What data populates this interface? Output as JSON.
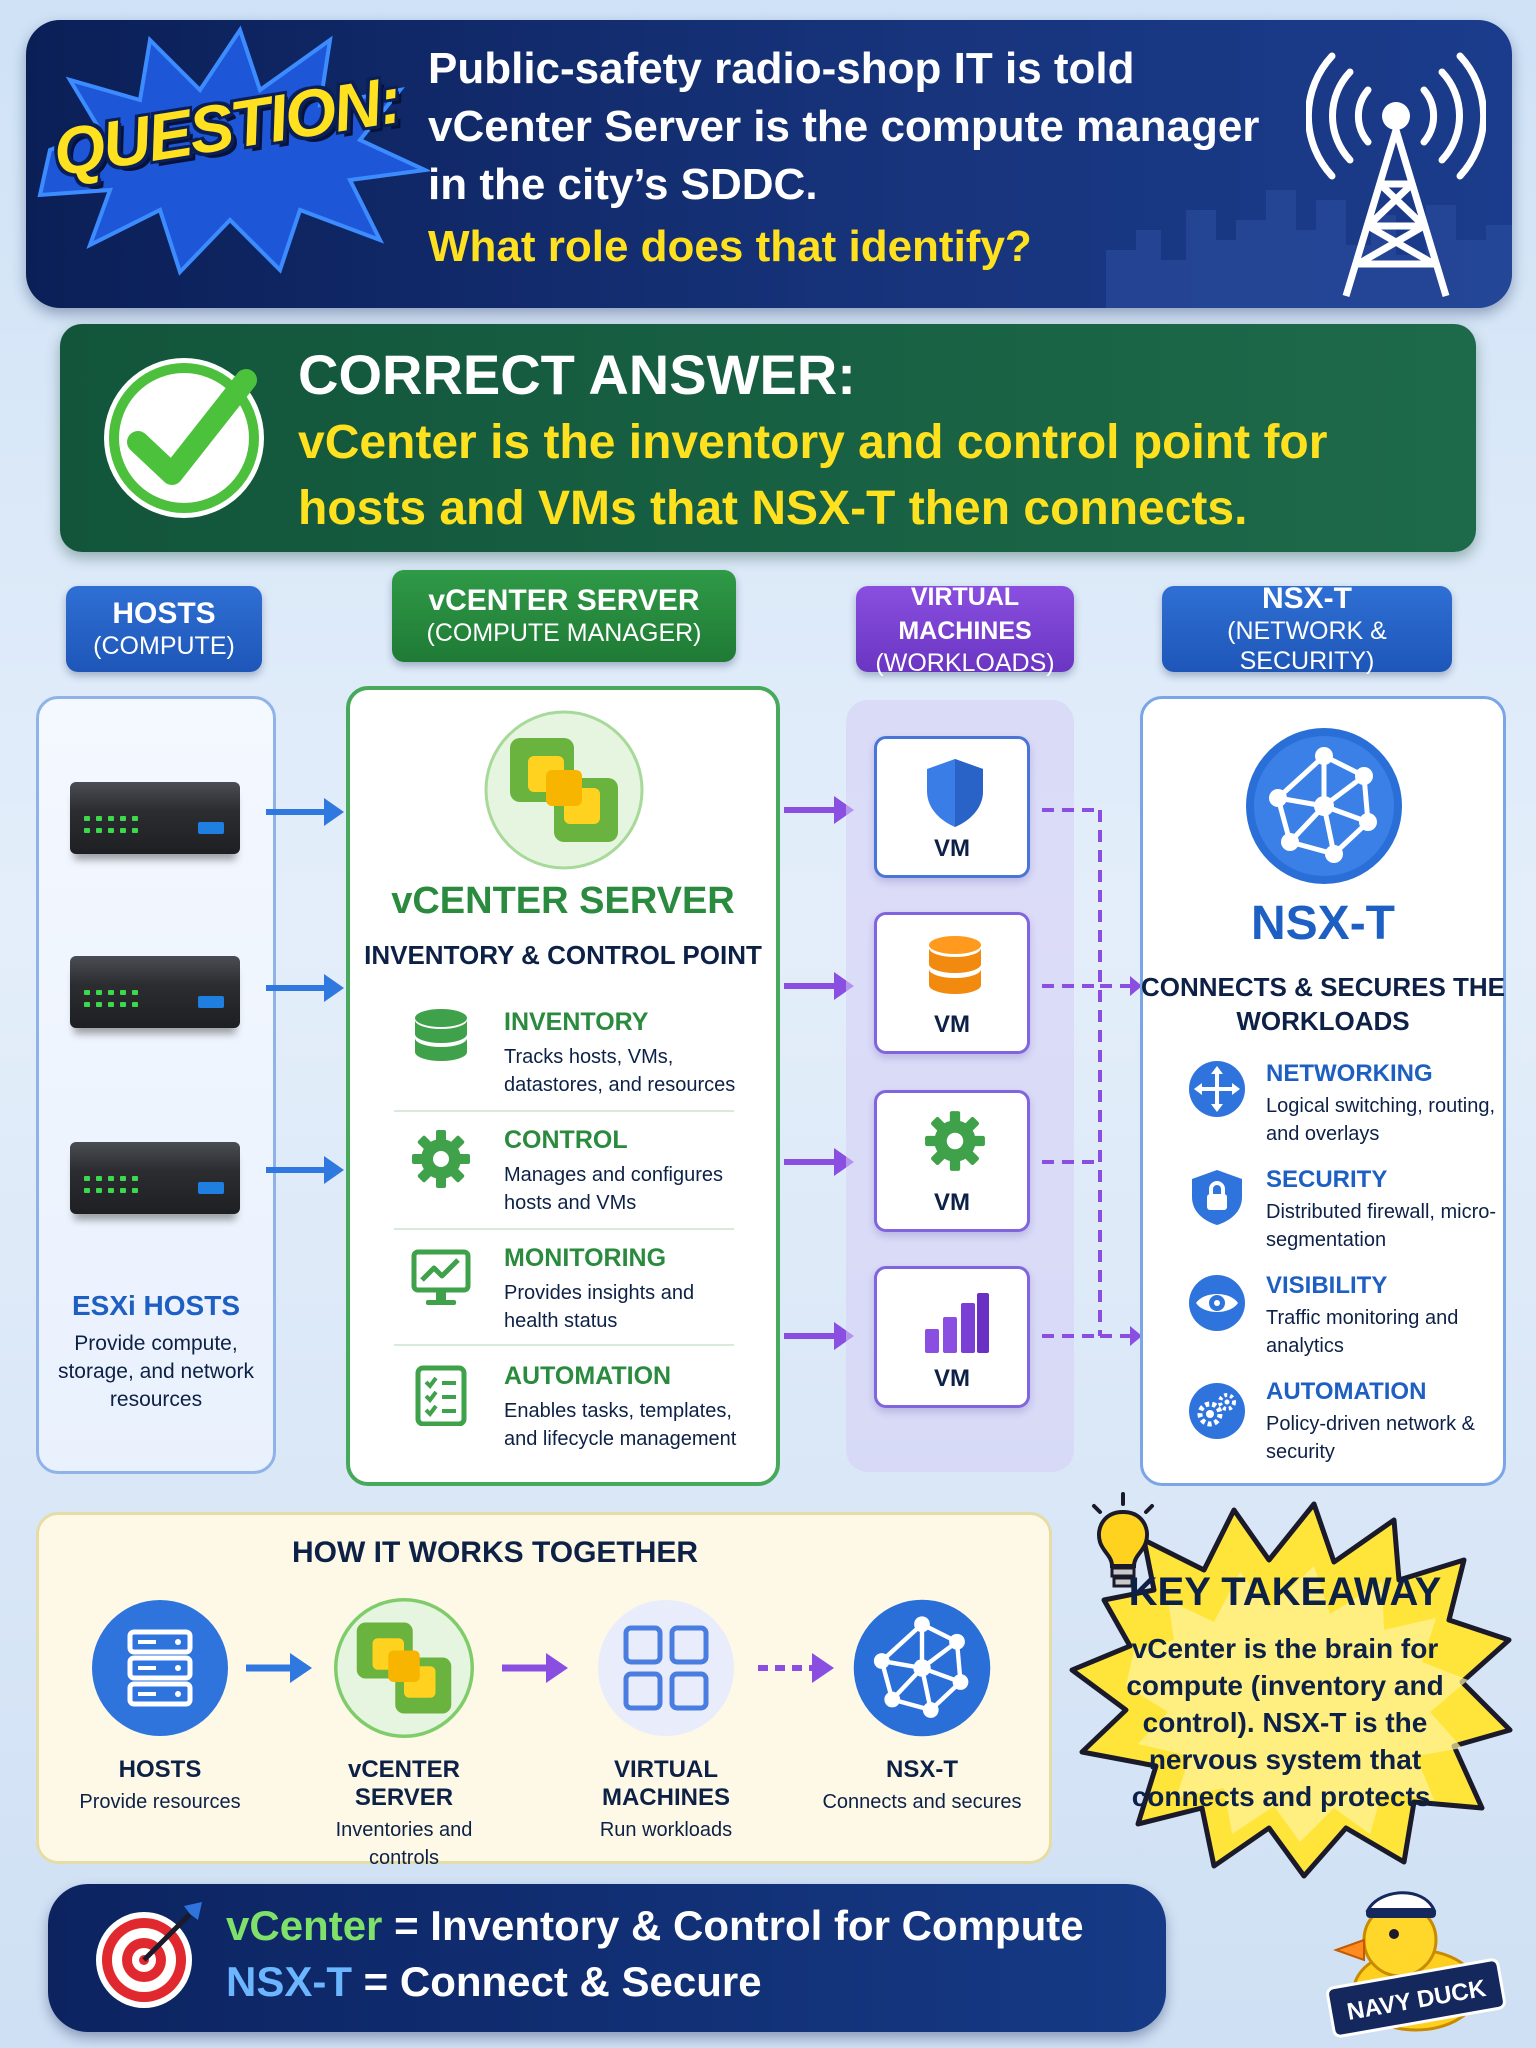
{
  "question": {
    "label": "QUESTION:",
    "text": "Public-safety radio-shop IT is told vCenter Server is the compute manager in the city’s SDDC.",
    "ask": "What role does that identify?"
  },
  "answer": {
    "label": "CORRECT ANSWER:",
    "text": "vCenter is the inventory and control point for hosts and VMs that NSX-T then connects."
  },
  "columns": {
    "hosts": {
      "title": "HOSTS",
      "subtitle": "(COMPUTE)"
    },
    "vcenter": {
      "title": "vCENTER SERVER",
      "subtitle": "(COMPUTE MANAGER)"
    },
    "vms": {
      "title": "VIRTUAL MACHINES",
      "subtitle": "(WORKLOADS)"
    },
    "nsxt": {
      "title": "NSX-T",
      "subtitle": "(NETWORK & SECURITY)"
    }
  },
  "hosts_panel": {
    "title": "ESXi HOSTS",
    "description": "Provide compute, storage, and network resources"
  },
  "vcenter_panel": {
    "title": "vCENTER SERVER",
    "subtitle": "INVENTORY & CONTROL POINT",
    "features": [
      {
        "title": "INVENTORY",
        "desc": "Tracks hosts, VMs, datastores, and resources",
        "icon": "database-icon"
      },
      {
        "title": "CONTROL",
        "desc": "Manages and configures hosts and VMs",
        "icon": "gear-icon"
      },
      {
        "title": "MONITORING",
        "desc": "Provides insights and health status",
        "icon": "monitor-chart-icon"
      },
      {
        "title": "AUTOMATION",
        "desc": "Enables tasks, templates, and lifecycle management",
        "icon": "checklist-icon"
      }
    ]
  },
  "vms_panel": {
    "vm_label": "VM",
    "cards": [
      {
        "label": "VM",
        "icon": "shield-icon"
      },
      {
        "label": "VM",
        "icon": "database-icon"
      },
      {
        "label": "VM",
        "icon": "gear-icon"
      },
      {
        "label": "VM",
        "icon": "bar-chart-icon"
      }
    ]
  },
  "nsxt_panel": {
    "title": "NSX-T",
    "subtitle": "CONNECTS & SECURES THE WORKLOADS",
    "features": [
      {
        "title": "NETWORKING",
        "desc": "Logical switching, routing, and overlays",
        "icon": "network-arrows-icon"
      },
      {
        "title": "SECURITY",
        "desc": "Distributed firewall, micro-segmentation",
        "icon": "lock-shield-icon"
      },
      {
        "title": "VISIBILITY",
        "desc": "Traffic monitoring and analytics",
        "icon": "eye-icon"
      },
      {
        "title": "AUTOMATION",
        "desc": "Policy-driven network & security",
        "icon": "gears-icon"
      }
    ]
  },
  "how_it_works": {
    "title": "HOW IT WORKS TOGETHER",
    "steps": [
      {
        "title": "HOSTS",
        "desc": "Provide resources"
      },
      {
        "title": "vCENTER SERVER",
        "desc": "Inventories and controls"
      },
      {
        "title": "VIRTUAL MACHINES",
        "desc": "Run workloads"
      },
      {
        "title": "NSX-T",
        "desc": "Connects and secures"
      }
    ]
  },
  "takeaway": {
    "title": "KEY TAKEAWAY",
    "text": "vCenter is the brain for compute (inventory and control). NSX-T is the nervous system that connects and protects."
  },
  "summary": {
    "line1_key": "vCenter",
    "line1_rest": " = Inventory & Control for Compute",
    "line2_key": "NSX-T",
    "line2_rest": " = Connect & Secure"
  },
  "mascot": {
    "label": "NAVY DUCK"
  },
  "colors": {
    "navy": "#0b1f57",
    "green": "#2a8a3e",
    "blue": "#1d5fc2",
    "purple": "#7a45d6",
    "yellow": "#ffe11f"
  }
}
